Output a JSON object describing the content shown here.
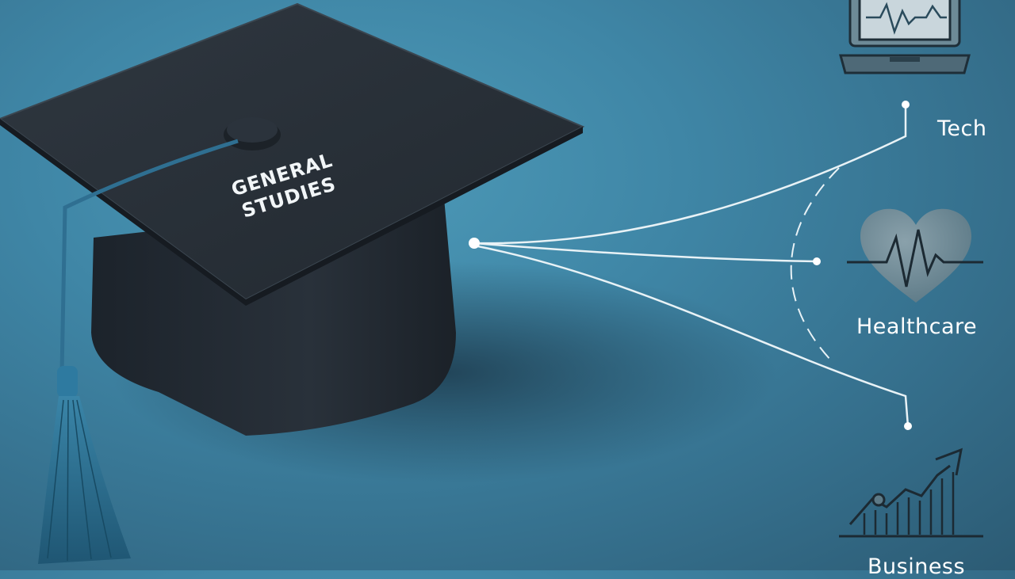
{
  "cap": {
    "line1": "GENERAL",
    "line2": "STUDIES"
  },
  "destinations": [
    {
      "label": "Tech",
      "icon": "laptop-heartbeat-icon"
    },
    {
      "label": "Healthcare",
      "icon": "heart-pulse-icon"
    },
    {
      "label": "Business",
      "icon": "growth-chart-icon"
    }
  ],
  "colors": {
    "background": "#3f86a6",
    "cap": "#262d35",
    "tassel": "#2f6f91",
    "lines": "#e8f2f6"
  }
}
